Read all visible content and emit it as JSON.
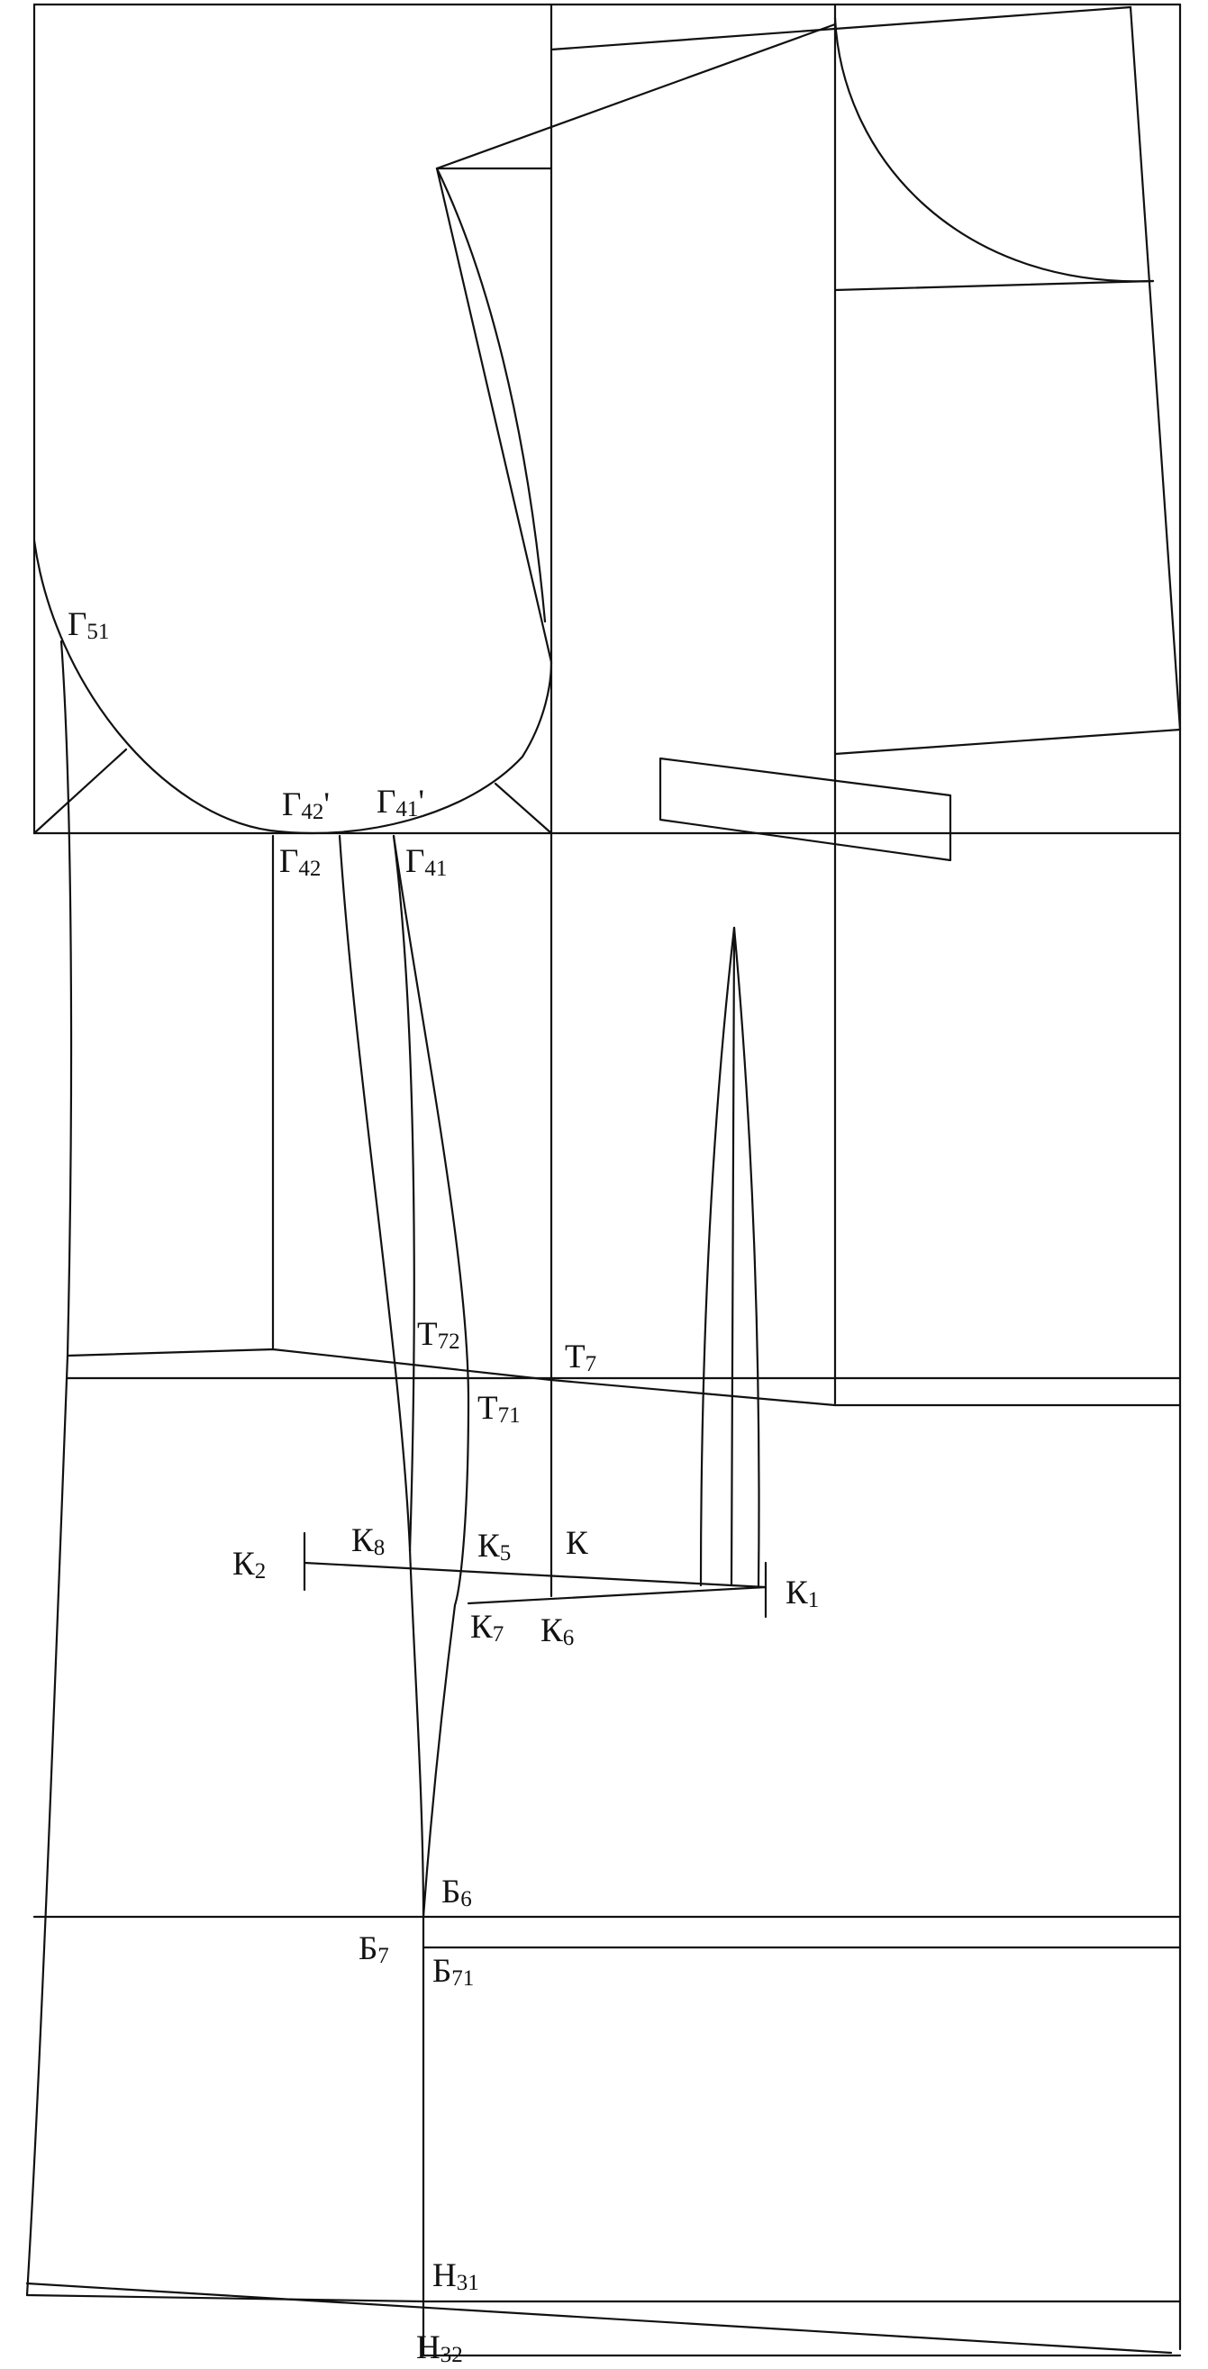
{
  "diagram": {
    "labels": {
      "g51": {
        "letter": "Г",
        "index": "51",
        "prime": ""
      },
      "g42p": {
        "letter": "Г",
        "index": "42",
        "prime": "'"
      },
      "g41p": {
        "letter": "Г",
        "index": "41",
        "prime": "'"
      },
      "g42": {
        "letter": "Г",
        "index": "42",
        "prime": ""
      },
      "g41": {
        "letter": "Г",
        "index": "41",
        "prime": ""
      },
      "t72": {
        "letter": "Т",
        "index": "72",
        "prime": ""
      },
      "t7": {
        "letter": "Т",
        "index": "7",
        "prime": ""
      },
      "t71": {
        "letter": "Т",
        "index": "71",
        "prime": ""
      },
      "k2": {
        "letter": "К",
        "index": "2",
        "prime": ""
      },
      "k8": {
        "letter": "К",
        "index": "8",
        "prime": ""
      },
      "k5": {
        "letter": "К",
        "index": "5",
        "prime": ""
      },
      "k": {
        "letter": "К",
        "index": "",
        "prime": ""
      },
      "k1": {
        "letter": "К",
        "index": "1",
        "prime": ""
      },
      "k7": {
        "letter": "К",
        "index": "7",
        "prime": ""
      },
      "k6": {
        "letter": "К",
        "index": "6",
        "prime": ""
      },
      "b6": {
        "letter": "Б",
        "index": "6",
        "prime": ""
      },
      "b7": {
        "letter": "Б",
        "index": "7",
        "prime": ""
      },
      "b71": {
        "letter": "Б",
        "index": "71",
        "prime": ""
      },
      "h31": {
        "letter": "Н",
        "index": "31",
        "prime": ""
      },
      "h32": {
        "letter": "Н",
        "index": "32",
        "prime": ""
      }
    }
  }
}
